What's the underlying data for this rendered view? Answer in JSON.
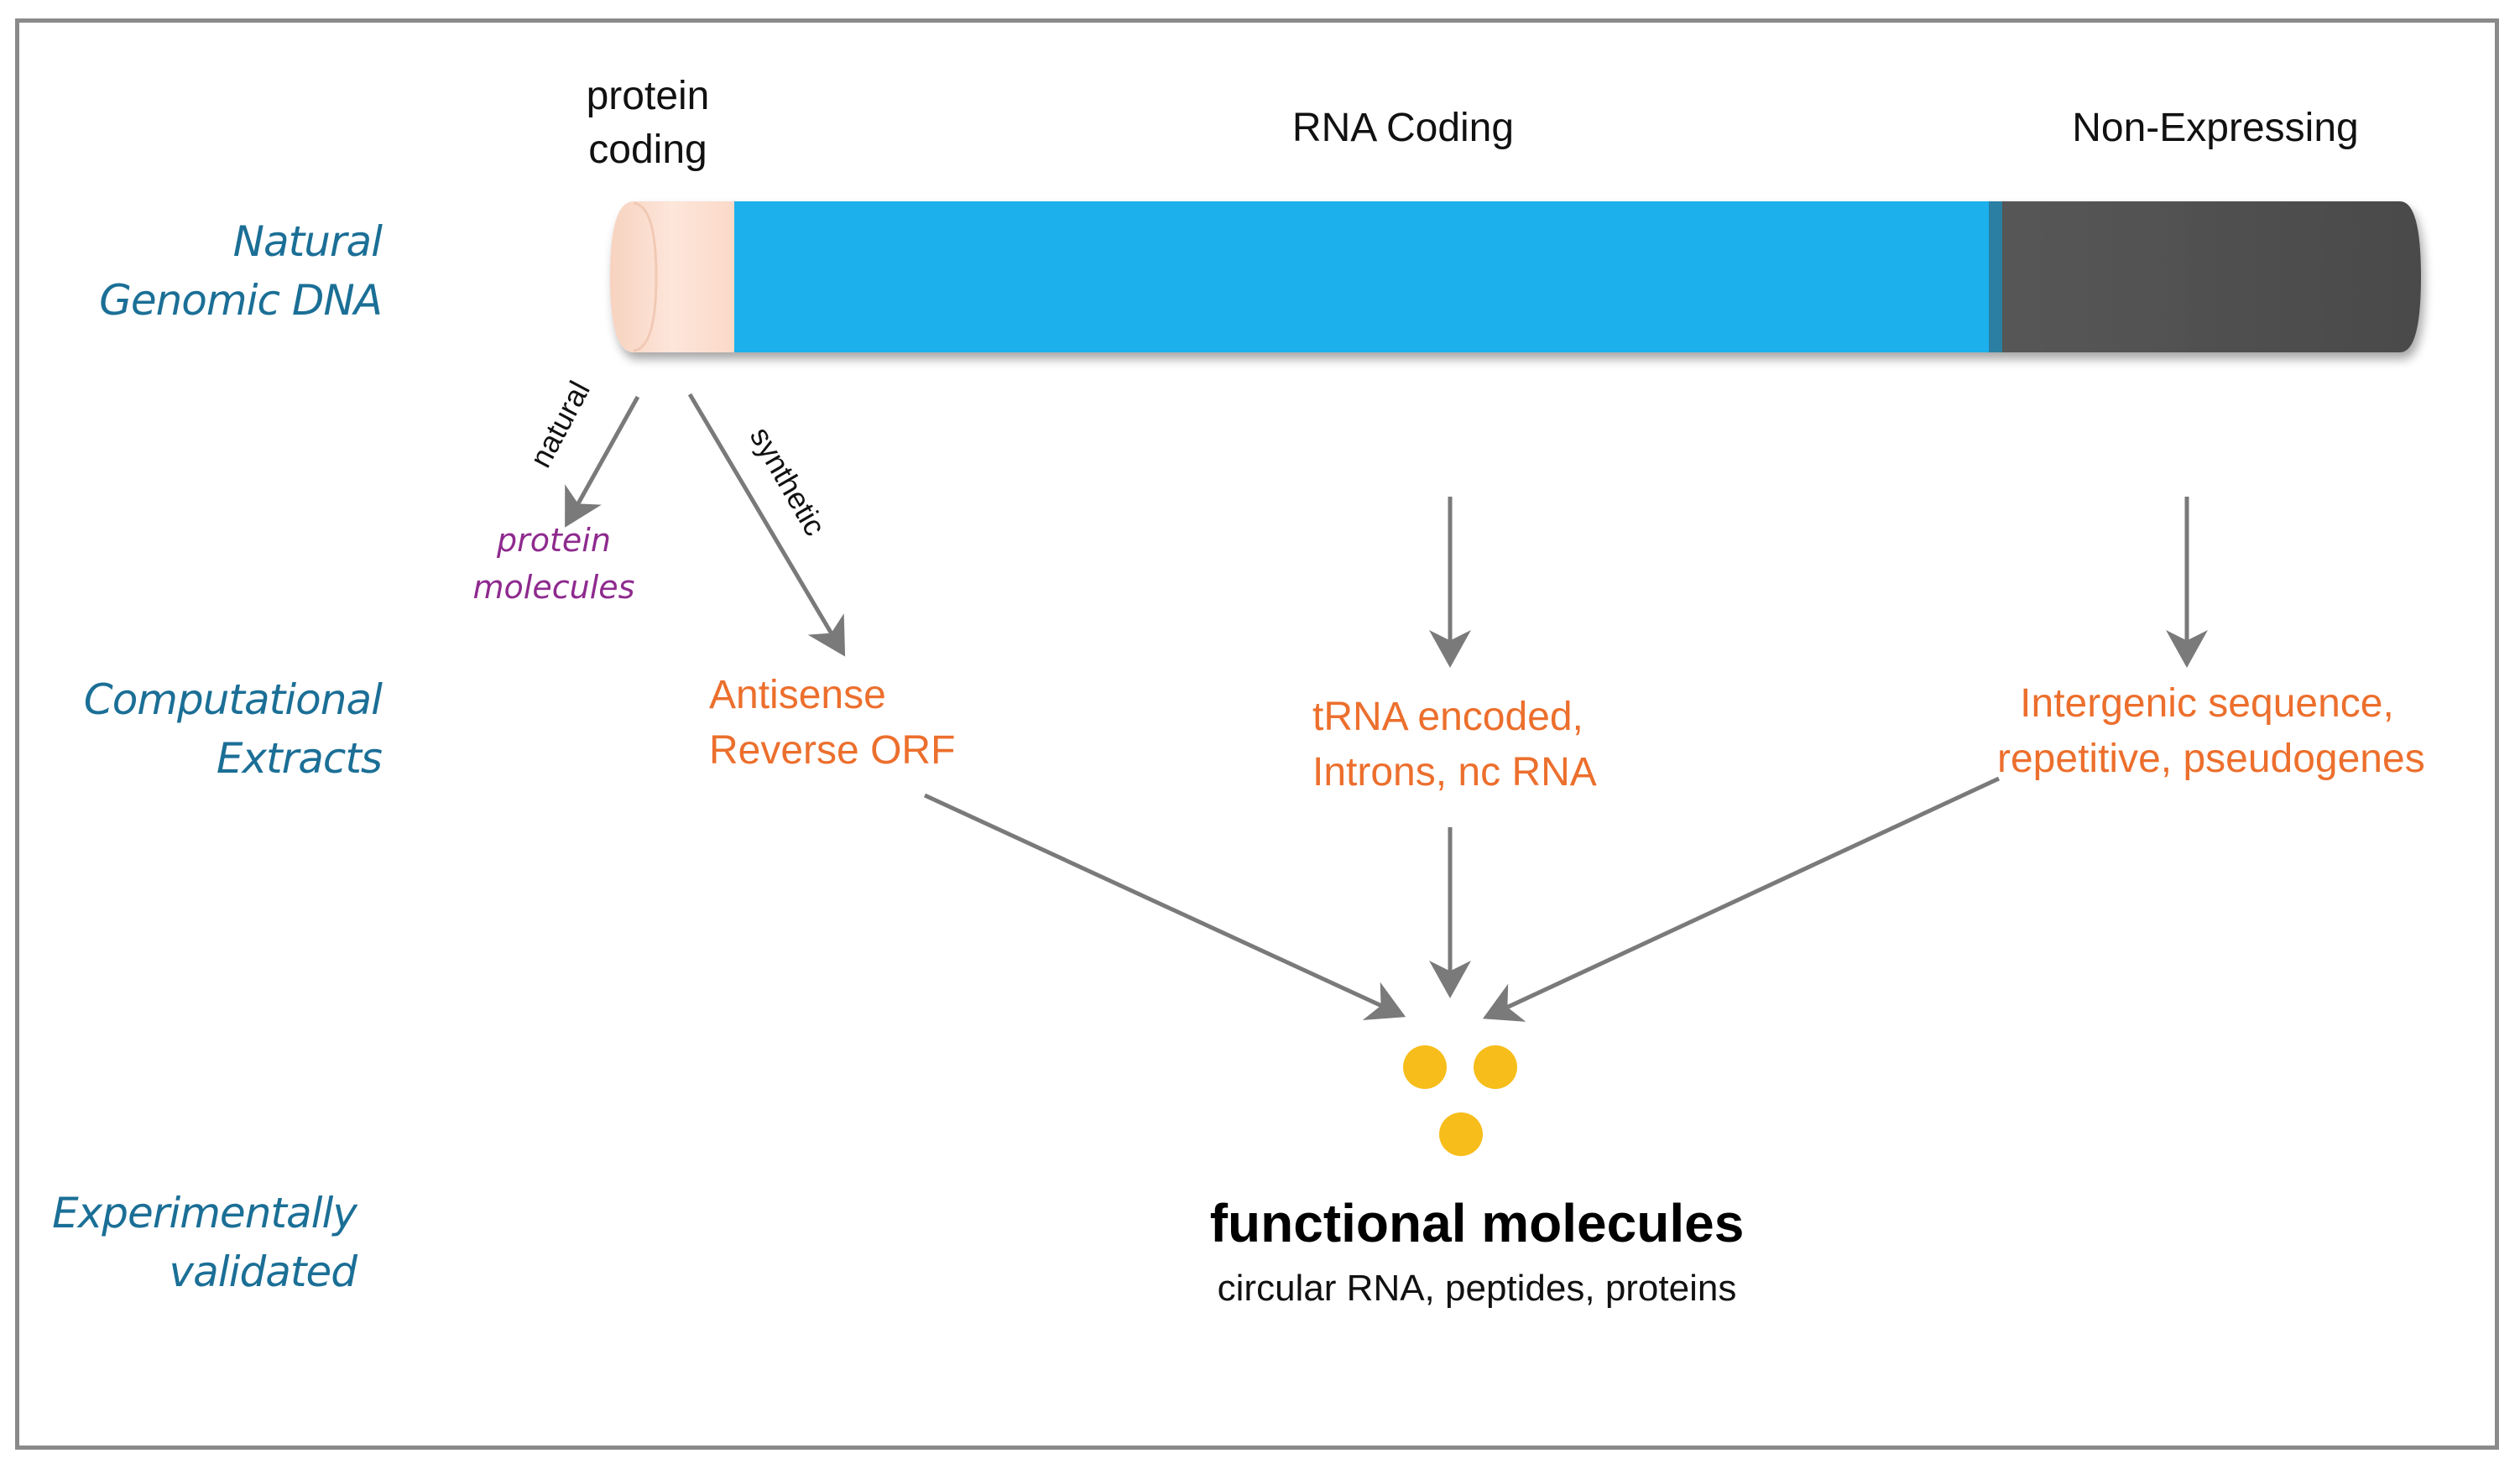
{
  "row_labels": {
    "natural_dna": [
      "Natural",
      "Genomic DNA"
    ],
    "computational": [
      "Computational",
      "Extracts"
    ],
    "experimental": [
      "Experimentally",
      "validated"
    ]
  },
  "segments": {
    "protein_coding": [
      "protein",
      "coding"
    ],
    "rna_coding": "RNA Coding",
    "non_expressing": "Non-Expressing"
  },
  "arrow_labels": {
    "natural": "natural",
    "synthetic": "synthetic"
  },
  "protein_molecules": [
    "protein",
    "molecules"
  ],
  "extracts": {
    "antisense": [
      "Antisense",
      "Reverse ORF"
    ],
    "trna": [
      "tRNA encoded,",
      "Introns, nc RNA"
    ],
    "intergenic": [
      "Intergenic sequence,",
      "repetitive, pseudogenes"
    ]
  },
  "result": {
    "title": "functional molecules",
    "subtitle": "circular RNA, peptides, proteins"
  },
  "colors": {
    "row_label": "#1b6f96",
    "extract": "#ec6f2d",
    "purple": "#8e2a8e",
    "blue_segment": "#1ab0ec",
    "gray_segment": "#575757",
    "peach_segment": "#fde4d8",
    "dots": "#f7bd1a",
    "arrows": "#7a7a7a"
  }
}
